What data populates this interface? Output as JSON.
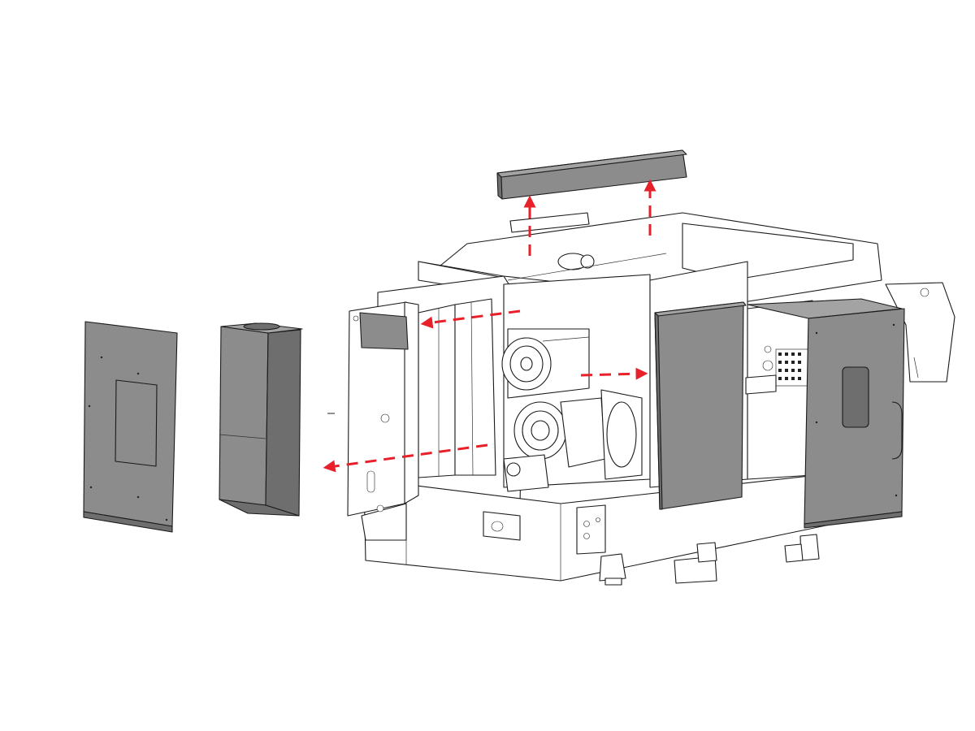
{
  "colors": {
    "panel_fill": "#8c8c8c",
    "panel_dark": "#6e6e6e",
    "panel_light": "#a3a3a3",
    "machine_fill": "#ffffff",
    "line": "#1a1a1a",
    "arrow": "#e8202a"
  },
  "parts": [
    {
      "id": "top-cover",
      "icon": "sheet-metal-top-cover"
    },
    {
      "id": "rear-left-panel",
      "icon": "sheet-metal-panel-with-access-plate"
    },
    {
      "id": "box-cover",
      "icon": "sheet-metal-box-enclosure"
    },
    {
      "id": "side-panel-open",
      "icon": "machine-side-panel"
    },
    {
      "id": "center-panel",
      "icon": "sheet-metal-panel"
    },
    {
      "id": "right-door-panel",
      "icon": "sheet-metal-door-with-handle"
    }
  ],
  "arrows": [
    {
      "id": "lift-left",
      "direction": "up"
    },
    {
      "id": "lift-right",
      "direction": "up"
    },
    {
      "id": "pull-left-upper",
      "direction": "left"
    },
    {
      "id": "pull-left-lower",
      "direction": "left"
    },
    {
      "id": "pull-right",
      "direction": "right"
    }
  ]
}
